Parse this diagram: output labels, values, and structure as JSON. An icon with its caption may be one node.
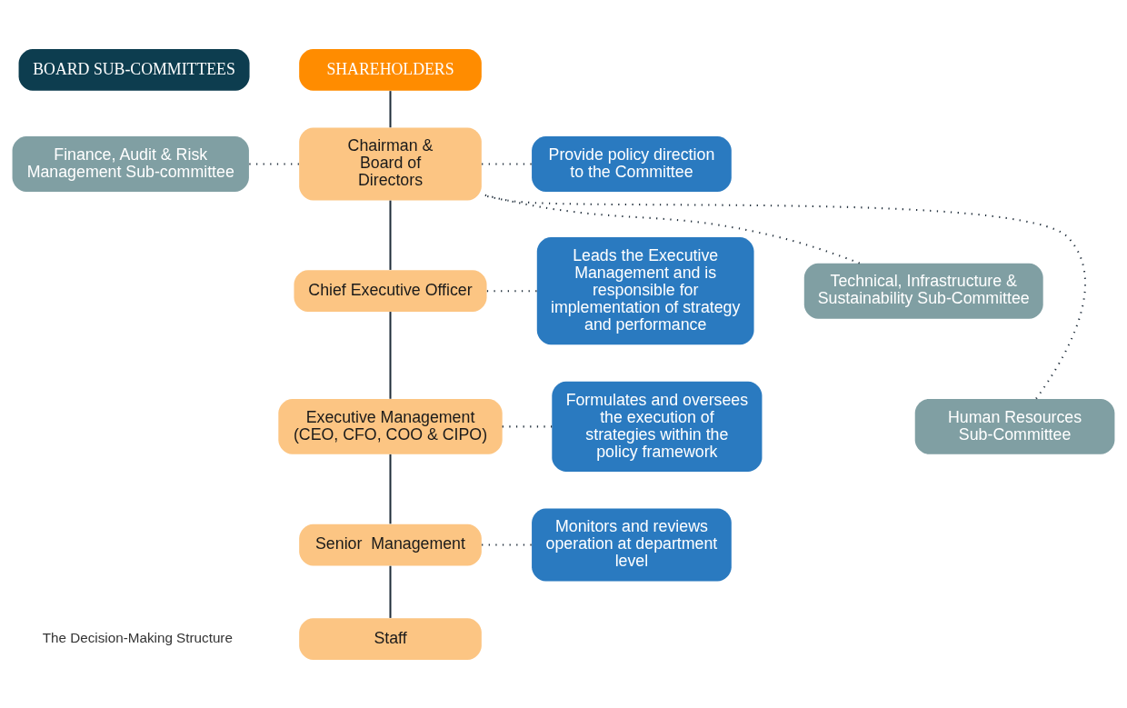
{
  "diagram": {
    "nodes": [
      {
        "text": [
          "BOARD SUB-COMMITTEES"
        ]
      },
      {
        "text": [
          "SHAREHOLDERS"
        ]
      },
      {
        "text": [
          "Finance, Audit & Risk Management Sub-committee"
        ]
      },
      {
        "text": [
          "Chairman & Board of Directors"
        ]
      },
      {
        "text": [
          "Provide policy direction to the Committee"
        ]
      },
      {
        "text": [
          "Technical, Infrastructure & Sustainability Sub-Committee"
        ]
      },
      {
        "text": [
          "Chief Executive Officer"
        ]
      },
      {
        "text": [
          "Leads the Executive Management and is responsible for implementation of strategy and performance"
        ]
      },
      {
        "text": [
          "Human Resources Sub-Committee"
        ]
      },
      {
        "text": [
          "Executive Management (CEO, CFO, COO & CIPO)"
        ]
      },
      {
        "text": [
          "Formulates and oversees the execution of strategies within the policy framework"
        ]
      },
      {
        "text": [
          "Senior  Management"
        ]
      },
      {
        "text": [
          "Monitors and reviews operation at department level"
        ]
      },
      {
        "text": [
          "Staff"
        ]
      }
    ],
    "edges": [
      {
        "from": 1,
        "to": 3,
        "arrow": "none"
      },
      {
        "from": 3,
        "to": 6,
        "arrow": "none"
      },
      {
        "from": 6,
        "to": 9,
        "arrow": "none"
      },
      {
        "from": 9,
        "to": 11,
        "arrow": "none"
      },
      {
        "from": 11,
        "to": 13,
        "arrow": "none"
      },
      {
        "from": 2,
        "to": 3,
        "arrow": "none",
        "style": "dashed"
      },
      {
        "from": 5,
        "to": 3,
        "arrow": "none",
        "style": "dashed"
      },
      {
        "from": 8,
        "to": 3,
        "arrow": "none",
        "style": "dashed"
      },
      {
        "from": 3,
        "to": 4,
        "arrow": "none",
        "style": "dashed"
      },
      {
        "from": 6,
        "to": 7,
        "arrow": "none",
        "style": "dashed"
      },
      {
        "from": 9,
        "to": 10,
        "arrow": "none",
        "style": "dashed"
      },
      {
        "from": 11,
        "to": 12,
        "arrow": "none",
        "style": "dashed"
      }
    ],
    "labels": [
      "The Decision-Making Structure"
    ]
  }
}
